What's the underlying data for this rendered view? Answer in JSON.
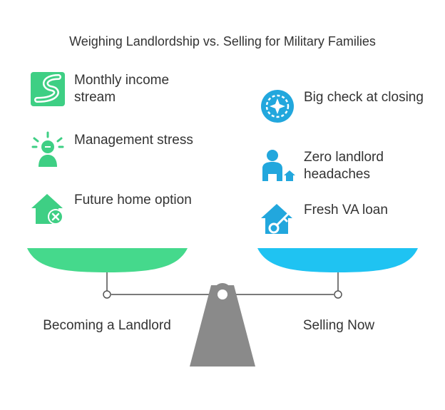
{
  "title": "Weighing Landlordship vs. Selling for Military Families",
  "colors": {
    "left_pan": "#45d98c",
    "right_pan": "#1fc3f2",
    "left_icon": "#3ecf84",
    "right_icon": "#22a7dd",
    "stand": "#8a8a8a",
    "beam": "#7a7a7a"
  },
  "left": {
    "label": "Becoming a Landlord",
    "items": [
      {
        "icon": "money-stream-icon",
        "label": "Monthly income stream"
      },
      {
        "icon": "stressed-person-icon",
        "label": "Management stress"
      },
      {
        "icon": "house-x-icon",
        "label": "Future home option"
      }
    ]
  },
  "right": {
    "label": "Selling Now",
    "items": [
      {
        "icon": "roulette-wheel-icon",
        "label": "Big check at closing"
      },
      {
        "icon": "person-house-icon",
        "label": "Zero landlord headaches"
      },
      {
        "icon": "house-key-icon",
        "label": "Fresh VA loan"
      }
    ]
  }
}
